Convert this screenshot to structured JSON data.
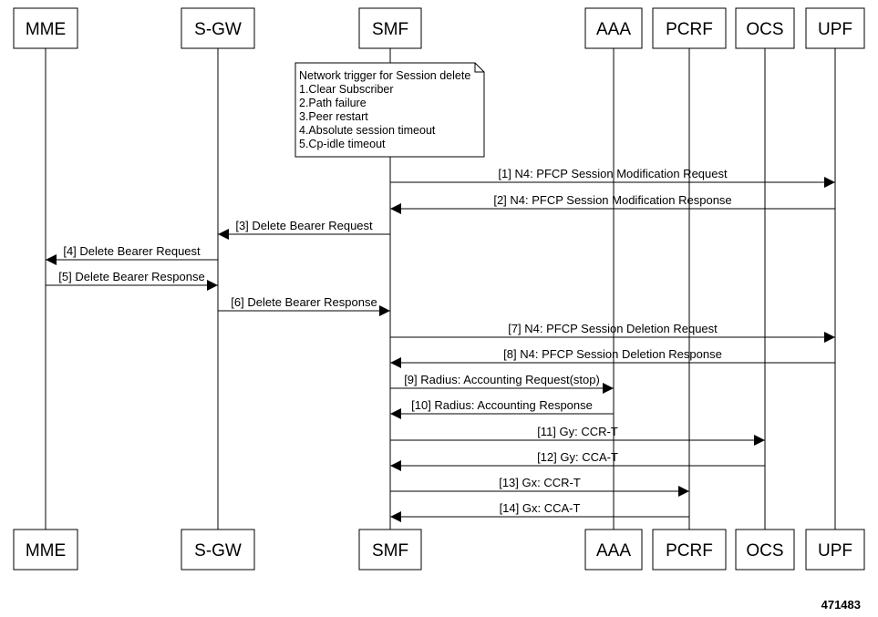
{
  "participants": [
    {
      "id": "mme",
      "label": "MME"
    },
    {
      "id": "sgw",
      "label": "S-GW"
    },
    {
      "id": "smf",
      "label": "SMF"
    },
    {
      "id": "aaa",
      "label": "AAA"
    },
    {
      "id": "pcrf",
      "label": "PCRF"
    },
    {
      "id": "ocs",
      "label": "OCS"
    },
    {
      "id": "upf",
      "label": "UPF"
    }
  ],
  "note": {
    "lines": [
      "Network trigger for Session delete",
      "1.Clear Subscriber",
      "2.Path failure",
      "3.Peer restart",
      "4.Absolute session timeout",
      "5.Cp-idle timeout"
    ]
  },
  "messages": [
    {
      "from": "smf",
      "to": "upf",
      "label": "[1] N4: PFCP Session Modification Request"
    },
    {
      "from": "upf",
      "to": "smf",
      "label": "[2] N4: PFCP Session Modification Response"
    },
    {
      "from": "smf",
      "to": "sgw",
      "label": "[3] Delete Bearer Request"
    },
    {
      "from": "sgw",
      "to": "mme",
      "label": "[4] Delete Bearer Request"
    },
    {
      "from": "mme",
      "to": "sgw",
      "label": "[5] Delete Bearer Response"
    },
    {
      "from": "sgw",
      "to": "smf",
      "label": "[6] Delete Bearer Response"
    },
    {
      "from": "smf",
      "to": "upf",
      "label": "[7] N4: PFCP Session Deletion Request"
    },
    {
      "from": "upf",
      "to": "smf",
      "label": "[8] N4: PFCP Session Deletion Response"
    },
    {
      "from": "smf",
      "to": "aaa",
      "label": "[9] Radius: Accounting Request(stop)"
    },
    {
      "from": "aaa",
      "to": "smf",
      "label": "[10] Radius: Accounting Response"
    },
    {
      "from": "smf",
      "to": "ocs",
      "label": "[11] Gy: CCR-T"
    },
    {
      "from": "ocs",
      "to": "smf",
      "label": "[12] Gy: CCA-T"
    },
    {
      "from": "smf",
      "to": "pcrf",
      "label": "[13] Gx: CCR-T"
    },
    {
      "from": "pcrf",
      "to": "smf",
      "label": "[14] Gx: CCA-T"
    }
  ],
  "figure_id": "471483"
}
